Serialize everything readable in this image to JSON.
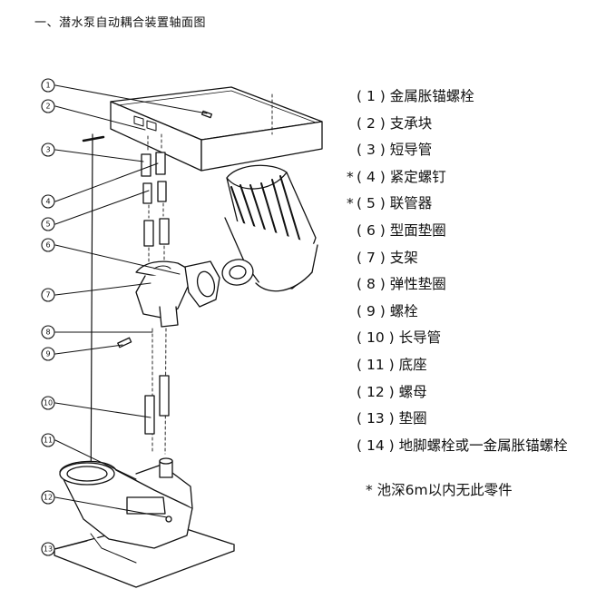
{
  "title": "一、潜水泵自动耦合装置轴面图",
  "callouts": [
    "①",
    "②",
    "③",
    "④",
    "⑤",
    "⑥",
    "⑦",
    "⑧",
    "⑨",
    "⑩",
    "⑪",
    "⑫",
    "⑬"
  ],
  "legend": [
    {
      "star": "",
      "text": "( 1 ) 金属胀锚螺栓"
    },
    {
      "star": "",
      "text": "( 2 ) 支承块"
    },
    {
      "star": "",
      "text": "( 3 ) 短导管"
    },
    {
      "star": "*",
      "text": "( 4 ) 紧定螺钉"
    },
    {
      "star": "*",
      "text": "( 5 ) 联管器"
    },
    {
      "star": "",
      "text": "( 6 ) 型面垫圈"
    },
    {
      "star": "",
      "text": "( 7 ) 支架"
    },
    {
      "star": "",
      "text": "( 8 ) 弹性垫圈"
    },
    {
      "star": "",
      "text": "( 9 ) 螺栓"
    },
    {
      "star": "",
      "text": "( 10 ) 长导管"
    },
    {
      "star": "",
      "text": "( 11 ) 底座"
    },
    {
      "star": "",
      "text": "( 12 ) 螺母"
    },
    {
      "star": "",
      "text": "( 13 ) 垫圈"
    },
    {
      "star": "",
      "text": "( 14 ) 地脚螺栓或一金属胀锚螺栓"
    }
  ],
  "note": "* 池深6m以内无此零件",
  "colors": {
    "ink": "#111111",
    "background": "#ffffff"
  }
}
